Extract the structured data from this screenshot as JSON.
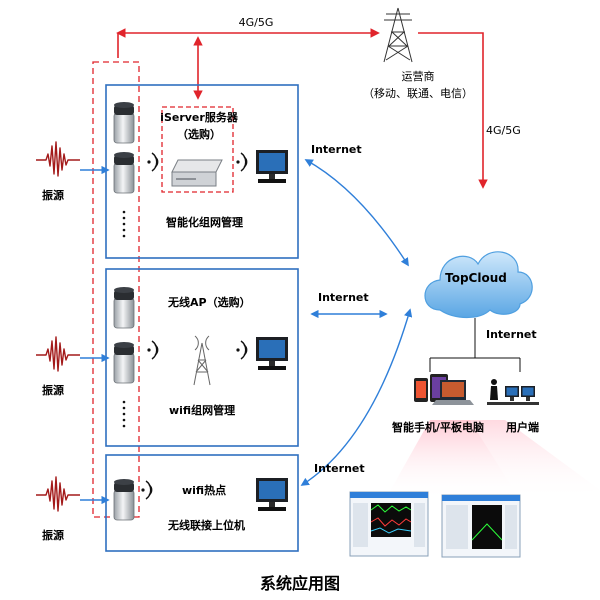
{
  "labels": {
    "network_4g5g_top": "4G/5G",
    "network_4g5g_right": "4G/5G",
    "carrier_title": "运营商",
    "carrier_sub": "（移动、联通、电信）",
    "iserver_title": "iServer服务器",
    "iserver_sub": "（选购）",
    "group1_caption": "智能化组网管理",
    "internet_1": "Internet",
    "internet_2": "Internet",
    "internet_3": "Internet",
    "internet_cloud": "Internet",
    "cloud_name": "TopCloud",
    "wireless_ap": "无线AP（选购）",
    "group2_caption": "wifi组网管理",
    "wifi_hotspot": "wifi热点",
    "group3_caption": "无线联接上位机",
    "vibration_source_1": "振源",
    "vibration_source_2": "振源",
    "vibration_source_3": "振源",
    "mobile_devices": "智能手机/平板电脑",
    "user_end": "用户端",
    "diagram_title": "系统应用图"
  },
  "colors": {
    "frame_blue": "#2f6fc0",
    "dash_red": "#e0242b",
    "arrow_blue": "#2f7fd9",
    "seismic_red": "#a31a1a",
    "cloud_blue": "#4f9fe0"
  },
  "icons": [
    "seismograph-icon",
    "sensor-icon",
    "wireless-signal-icon",
    "server-icon",
    "computer-monitor-icon",
    "antenna-tower-icon",
    "transmission-tower-icon",
    "cloud-icon",
    "smartphone-icon",
    "tablet-icon",
    "laptop-icon",
    "user-workstation-icon",
    "software-screenshot-icon"
  ]
}
